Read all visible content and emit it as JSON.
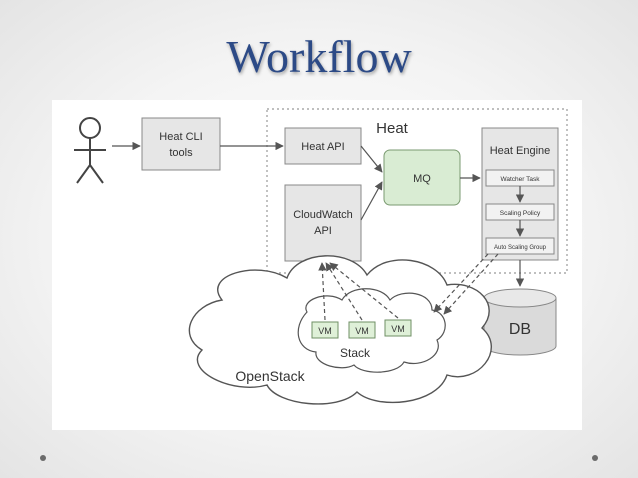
{
  "slide": {
    "title": "Workflow"
  },
  "diagram": {
    "nodes": {
      "heat_cli": [
        "Heat CLI",
        "tools"
      ],
      "heat_group_label": "Heat",
      "heat_api": "Heat API",
      "cloudwatch_api": [
        "CloudWatch",
        "API"
      ],
      "mq": "MQ",
      "heat_engine": "Heat Engine",
      "watcher_task": "Watcher Task",
      "scaling_policy": "Scaling Policy",
      "auto_scaling_group": "Auto Scaling Group",
      "db": "DB",
      "vms": [
        "VM",
        "VM",
        "VM"
      ],
      "stack": "Stack",
      "openstack": "OpenStack"
    },
    "colors": {
      "box_fill": "#e6e6e6",
      "box_stroke": "#888888",
      "mq_fill": "#d9ecd3",
      "mq_stroke": "#7a9a70",
      "vm_fill": "#dff0d8",
      "vm_stroke": "#6f8f65",
      "line": "#555555"
    }
  }
}
